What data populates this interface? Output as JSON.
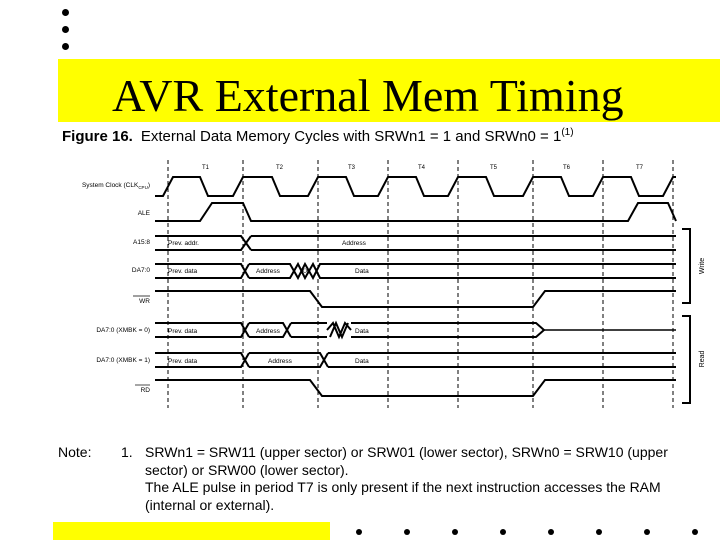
{
  "slide": {
    "title": "AVR External Mem Timing"
  },
  "figure": {
    "label": "Figure 16.",
    "caption": "External Data Memory Cycles with SRWn1 = 1 and SRWn0 = 1",
    "caption_sup": "(1)",
    "periods": [
      "T1",
      "T2",
      "T3",
      "T4",
      "T5",
      "T6",
      "T7"
    ],
    "signals": {
      "clk": "System Clock (CLK",
      "clk_sub": "CPU",
      "clk_end": ")",
      "ale": "ALE",
      "a15": "A15:8",
      "da_write": "DA7:0",
      "wr": "WR",
      "da_read0": "DA7:0 (XMBK = 0)",
      "da_read1": "DA7:0 (XMBK = 1)",
      "rd": "RD"
    },
    "bus_labels": {
      "prev_addr": "Prev. addr.",
      "prev_data": "Prev. data",
      "address": "Address",
      "data": "Data",
      "xx": "XX"
    },
    "groups": {
      "write": "Write",
      "read": "Read"
    }
  },
  "note": {
    "label": "Note:",
    "number": "1.",
    "lines": [
      "SRWn1 = SRW11 (upper sector) or SRW01 (lower sector), SRWn0 = SRW10 (upper",
      "sector) or SRW00 (lower sector).",
      "The ALE pulse in period T7 is only present if the next instruction accesses the RAM",
      "(internal or external)."
    ]
  }
}
